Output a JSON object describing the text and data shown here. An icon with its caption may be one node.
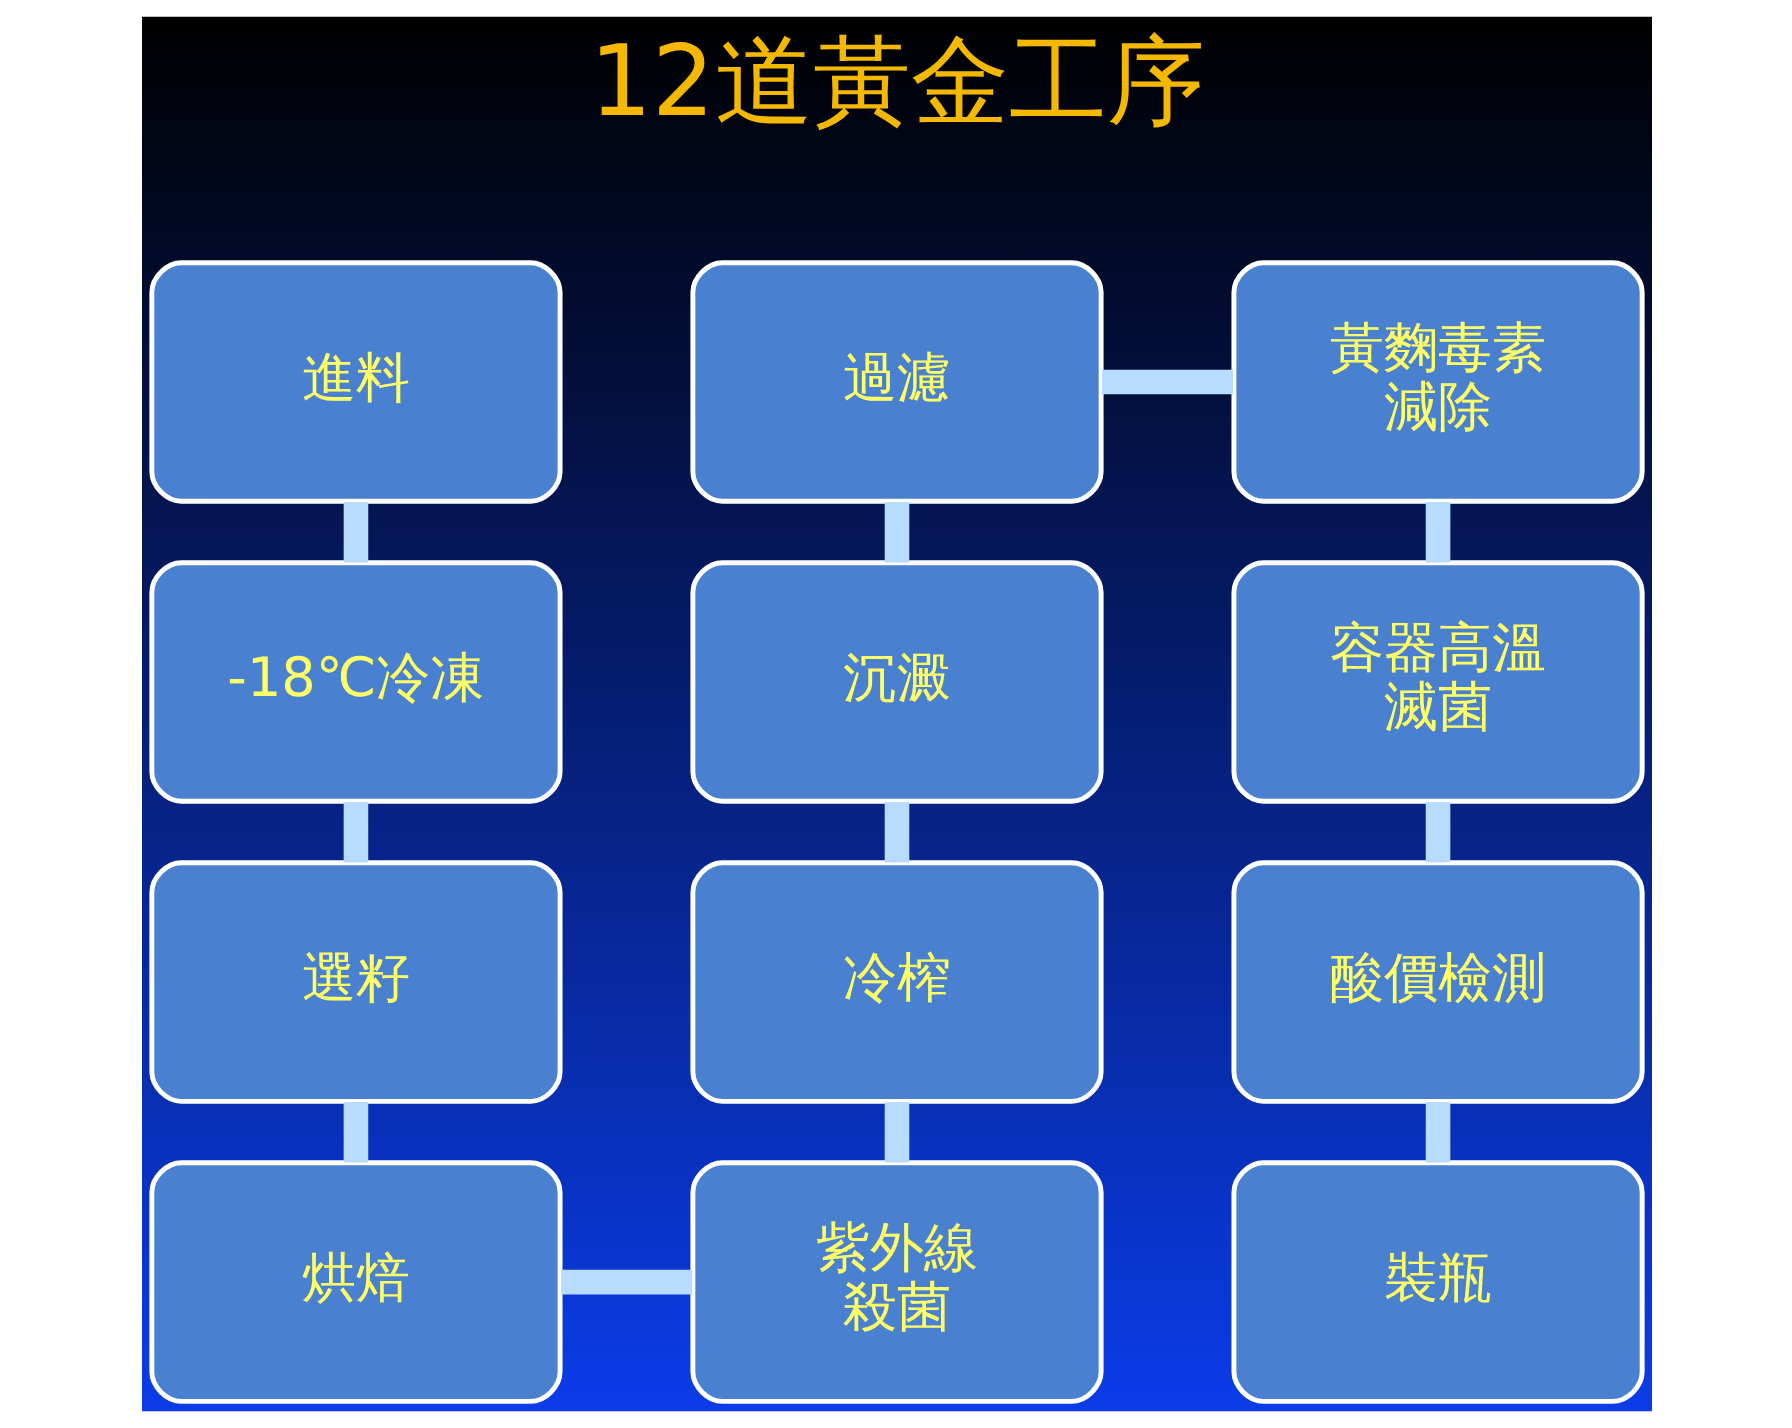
{
  "diagram": {
    "title": "12道黃金工序",
    "nodes": [
      {
        "text": [
          "進料"
        ]
      },
      {
        "text": [
          "過濾"
        ]
      },
      {
        "text": [
          "黃麴毒素減除"
        ]
      },
      {
        "text": [
          "-18℃冷凍"
        ]
      },
      {
        "text": [
          "沉澱"
        ]
      },
      {
        "text": [
          "容器高溫滅菌"
        ]
      },
      {
        "text": [
          "選籽"
        ]
      },
      {
        "text": [
          "冷榨"
        ]
      },
      {
        "text": [
          "酸價檢測"
        ]
      },
      {
        "text": [
          "烘焙"
        ]
      },
      {
        "text": [
          "紫外線殺菌"
        ]
      },
      {
        "text": [
          "裝瓶"
        ]
      }
    ],
    "edges": [
      {
        "from": 0,
        "to": 3,
        "arrow": "none"
      },
      {
        "from": 3,
        "to": 6,
        "arrow": "none"
      },
      {
        "from": 6,
        "to": 9,
        "arrow": "none"
      },
      {
        "from": 9,
        "to": 10,
        "arrow": "none"
      },
      {
        "from": 10,
        "to": 7,
        "arrow": "none"
      },
      {
        "from": 7,
        "to": 4,
        "arrow": "none"
      },
      {
        "from": 4,
        "to": 1,
        "arrow": "none"
      },
      {
        "from": 1,
        "to": 2,
        "arrow": "none"
      },
      {
        "from": 2,
        "to": 5,
        "arrow": "none"
      },
      {
        "from": 5,
        "to": 8,
        "arrow": "none"
      },
      {
        "from": 8,
        "to": 11,
        "arrow": "none"
      }
    ]
  }
}
